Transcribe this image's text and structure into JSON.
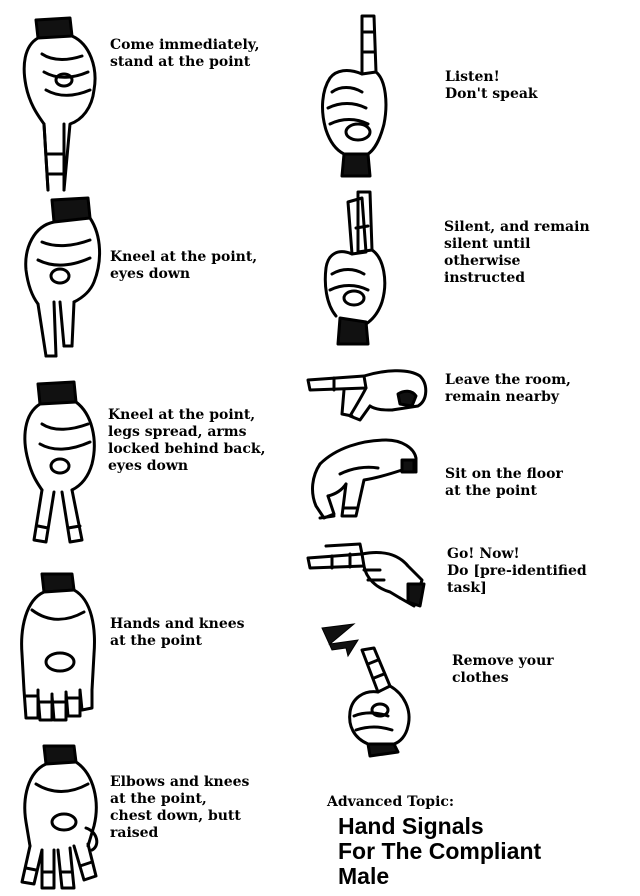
{
  "signals": [
    {
      "lines": [
        "Come immediately,",
        "stand at the point"
      ]
    },
    {
      "lines": [
        "Listen!",
        "Don't speak"
      ]
    },
    {
      "lines": [
        "Silent, and remain",
        "silent until",
        "otherwise",
        "instructed"
      ]
    },
    {
      "lines": [
        "Kneel at the point,",
        "eyes down"
      ]
    },
    {
      "lines": [
        "Leave the room,",
        "remain nearby"
      ]
    },
    {
      "lines": [
        "Kneel at the point,",
        "legs spread, arms",
        "locked behind back,",
        "eyes down"
      ]
    },
    {
      "lines": [
        "Sit on the floor",
        "at the point"
      ]
    },
    {
      "lines": [
        "Go! Now!",
        "Do [pre-identified",
        "task]"
      ]
    },
    {
      "lines": [
        "Hands and knees",
        "at the point"
      ]
    },
    {
      "lines": [
        "Remove your",
        "clothes"
      ]
    },
    {
      "lines": [
        "Elbows and knees",
        "at the point,",
        "chest down, butt",
        "raised"
      ]
    }
  ],
  "footer": {
    "topic": "Advanced Topic:",
    "title_lines": [
      "Hand Signals",
      "For The Compliant",
      "Male"
    ]
  },
  "icons": {
    "hand_one_finger_down": "hand-one-finger-down-icon",
    "hand_index_up": "hand-index-up-icon",
    "hand_crossed_fingers": "hand-crossed-fingers-icon",
    "hand_two_fingers_down": "hand-two-fingers-down-icon",
    "hand_pointing_left": "hand-pointing-left-icon",
    "hand_two_fingers_spread": "hand-two-fingers-spread-icon",
    "hand_walking_fingers": "hand-walking-fingers-icon",
    "hand_gun_left": "hand-gun-left-icon",
    "hand_flat_down": "hand-flat-down-icon",
    "zigzag_z": "zigzag-z-icon",
    "hand_spread_down": "hand-spread-down-icon"
  }
}
